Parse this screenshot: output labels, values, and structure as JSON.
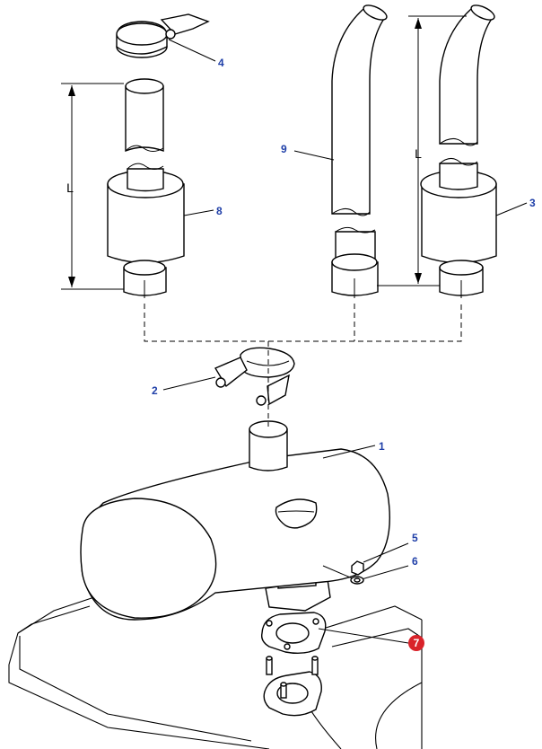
{
  "callouts": {
    "c1": "1",
    "c2": "2",
    "c3": "3",
    "c4": "4",
    "c5": "5",
    "c6": "6",
    "c7": "7",
    "c8": "8",
    "c9": "9"
  },
  "dimension_left": "L",
  "dimension_right": "L",
  "colors": {
    "callout_text": "#1f3fa8",
    "highlight_badge": "#d9232a",
    "line": "#000000"
  }
}
